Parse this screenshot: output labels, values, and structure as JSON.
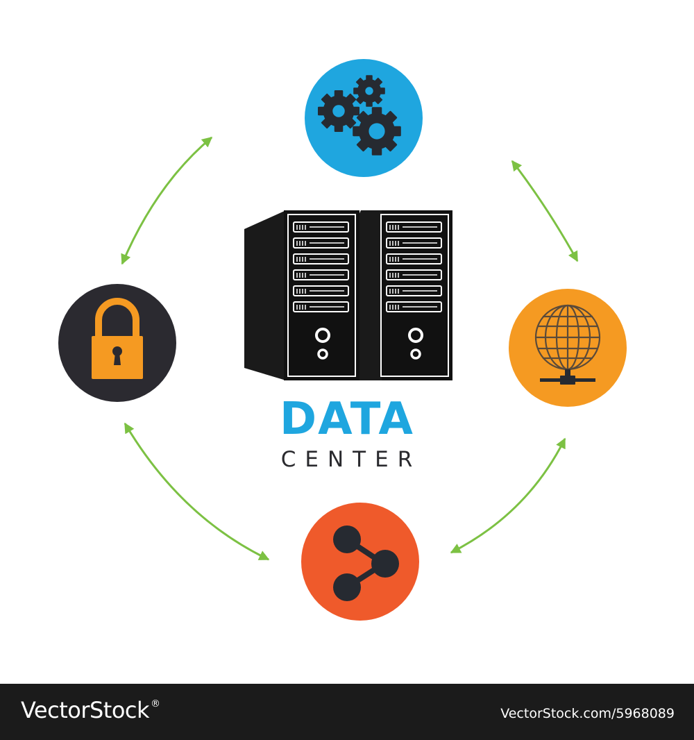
{
  "title": {
    "line1": "DATA",
    "line2": "CENTER"
  },
  "icons": {
    "top": "gears-icon",
    "left": "padlock-icon",
    "right": "network-globe-icon",
    "bottom": "share-icon",
    "center": "server-rack-icon"
  },
  "colors": {
    "gears_circle": "#1fa6df",
    "padlock_circle": "#2b2a30",
    "globe_circle": "#f59a22",
    "share_circle": "#ef5a2b",
    "arrows": "#7cc143",
    "title_accent": "#1fa6df"
  },
  "footer": {
    "brand": "VectorStock",
    "trademark": "®",
    "url": "VectorStock.com/5968089"
  }
}
